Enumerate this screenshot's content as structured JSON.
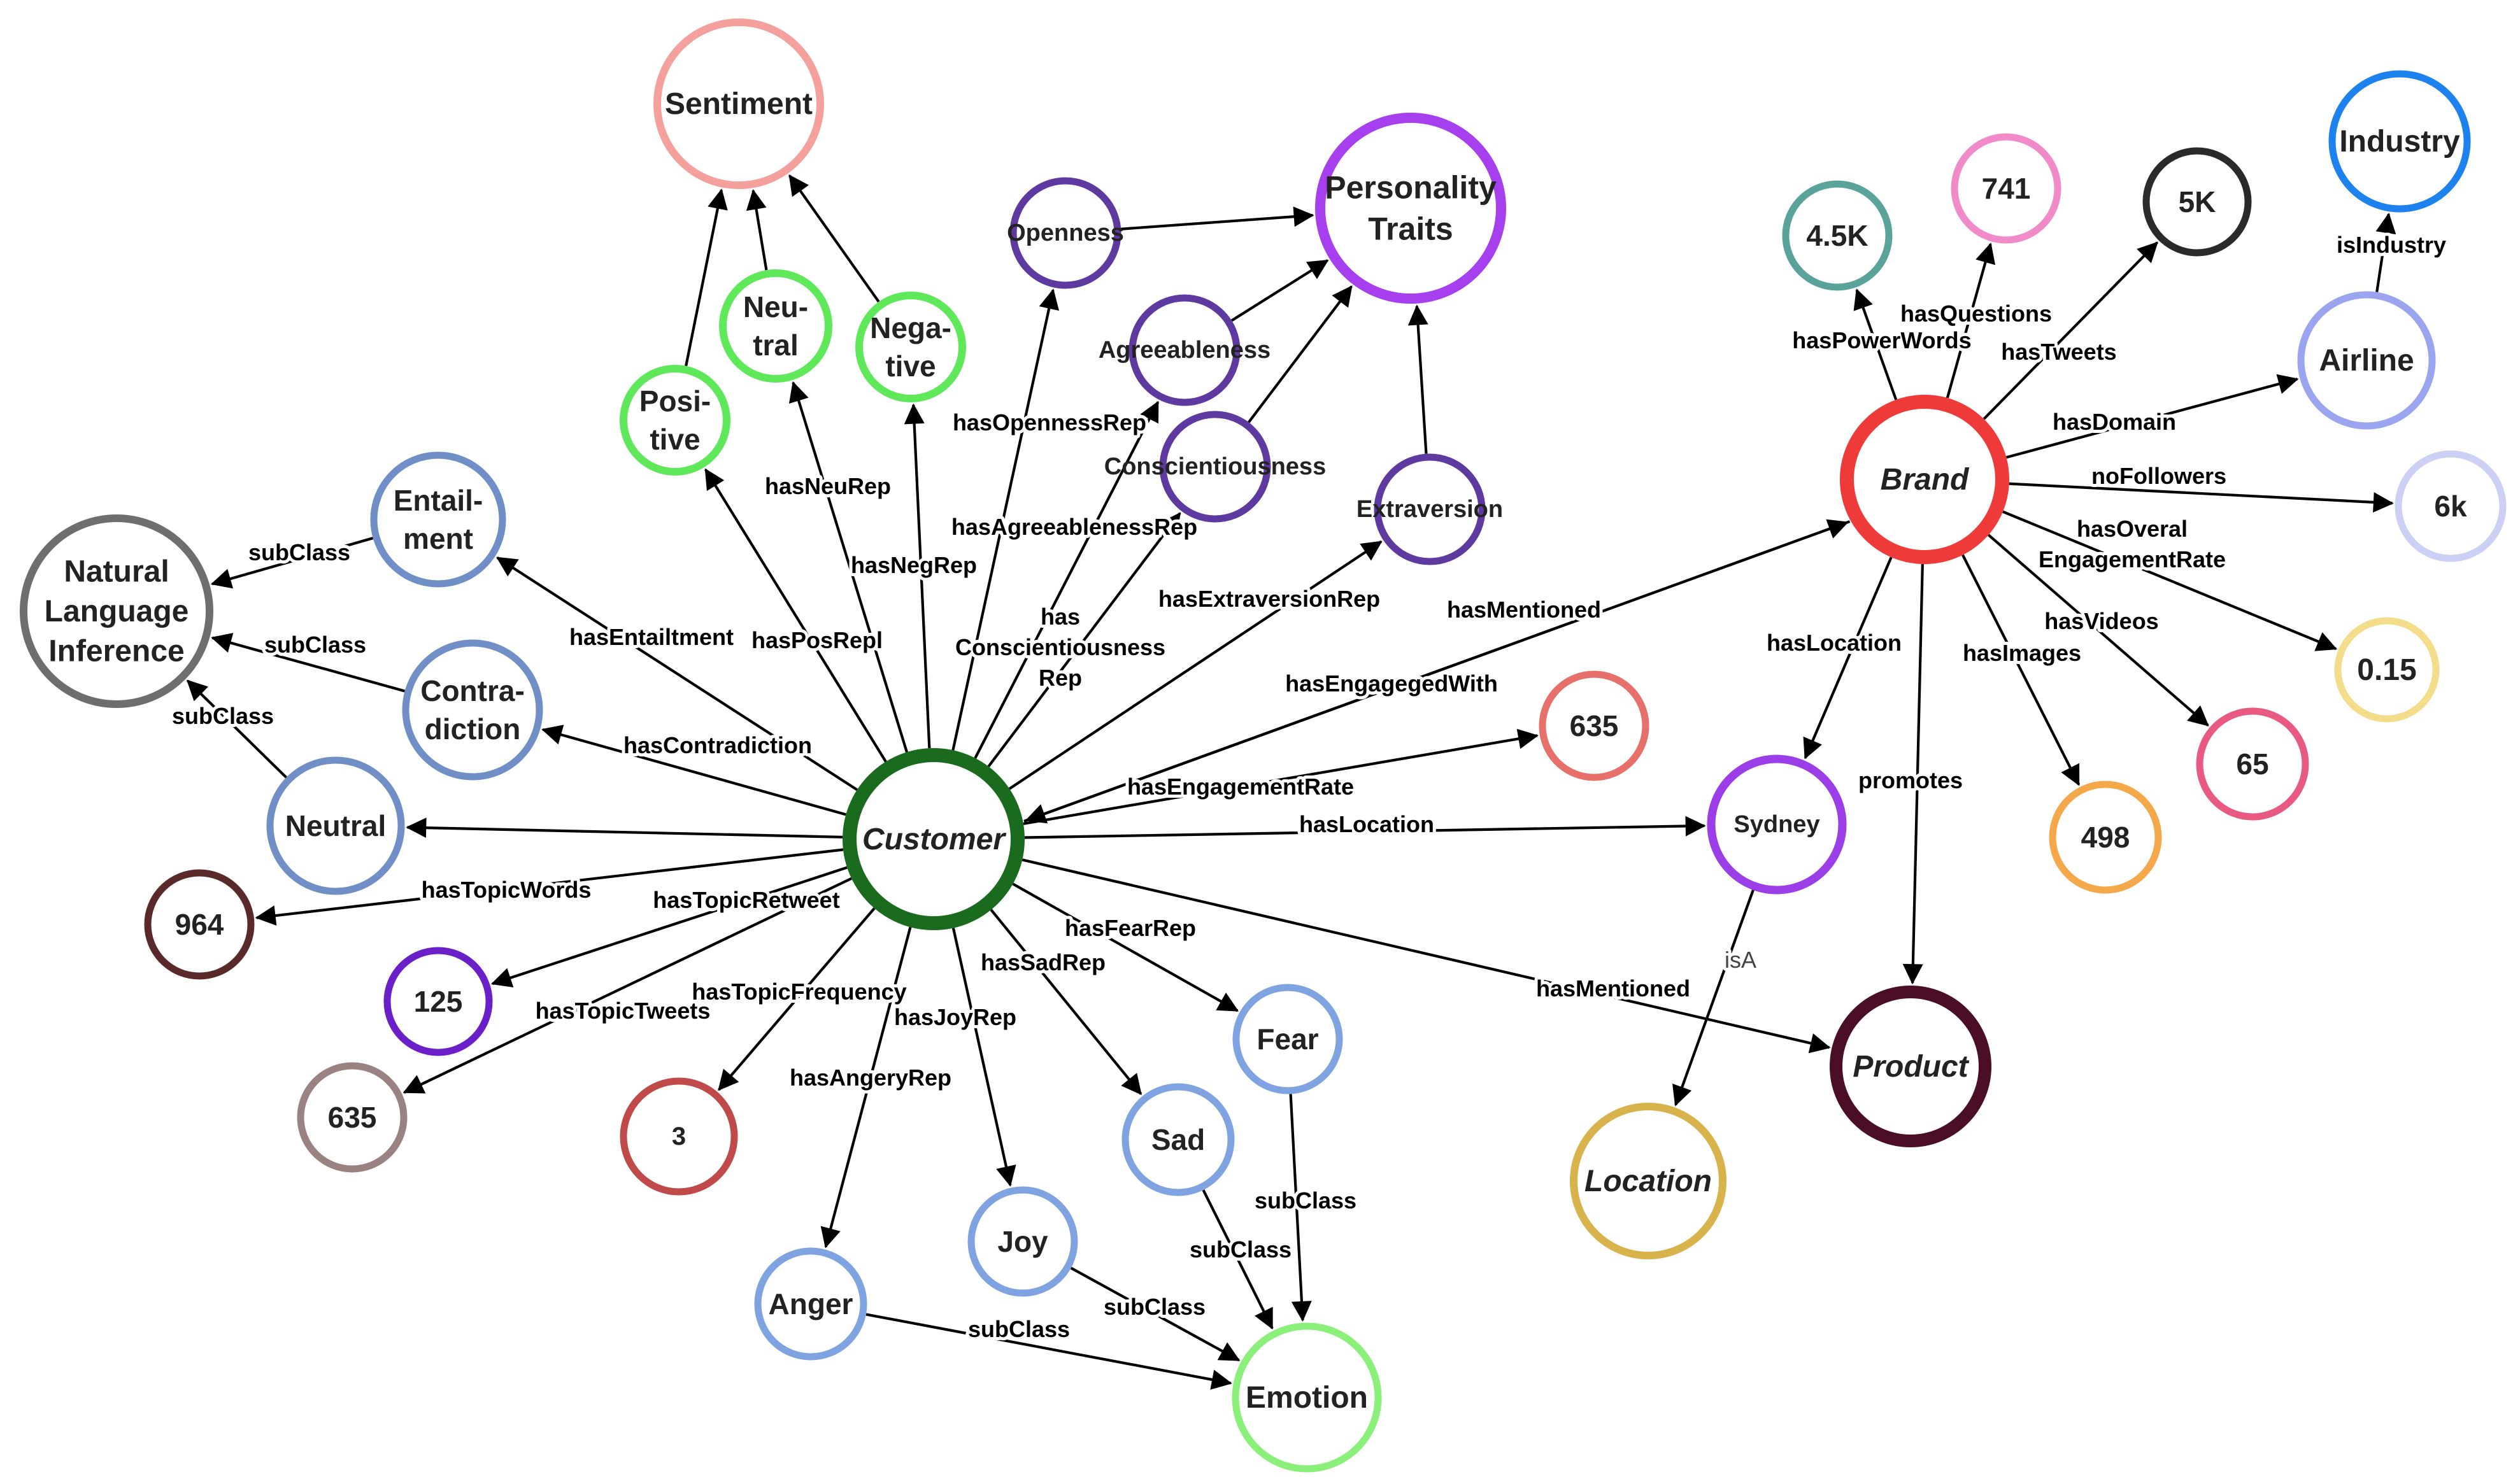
{
  "nodes": [
    {
      "id": "customer",
      "label": [
        "Customer"
      ],
      "color": "#1a6b1e",
      "italic": true
    },
    {
      "id": "brand",
      "label": [
        "Brand"
      ],
      "color": "#ef3a3a",
      "italic": true
    },
    {
      "id": "product",
      "label": [
        "Product"
      ],
      "color": "#4a0f26",
      "italic": true
    },
    {
      "id": "location",
      "label": [
        "Location"
      ],
      "color": "#d8b24a",
      "italic": true
    },
    {
      "id": "sydney",
      "label": [
        "Sydney"
      ],
      "color": "#9b3ee8"
    },
    {
      "id": "sentiment",
      "label": [
        "Sentiment"
      ],
      "color": "#f4a09c"
    },
    {
      "id": "positive",
      "label": [
        "Posi-",
        "tive"
      ],
      "color": "#5ee85a"
    },
    {
      "id": "neutral_s",
      "label": [
        "Neu-",
        "tral"
      ],
      "color": "#5ee85a"
    },
    {
      "id": "negative",
      "label": [
        "Nega-",
        "tive"
      ],
      "color": "#5ee85a"
    },
    {
      "id": "personality",
      "label": [
        "Personality",
        "Traits"
      ],
      "color": "#a640ef"
    },
    {
      "id": "openness",
      "label": [
        "Openness"
      ],
      "color": "#5e3aa0"
    },
    {
      "id": "agreeableness",
      "label": [
        "Agreeableness"
      ],
      "color": "#5e3aa0"
    },
    {
      "id": "conscientiousness",
      "label": [
        "Conscientiousness"
      ],
      "color": "#5e3aa0"
    },
    {
      "id": "extraversion",
      "label": [
        "Extraversion"
      ],
      "color": "#5e3aa0"
    },
    {
      "id": "nli",
      "label": [
        "Natural",
        "Language",
        "Inference"
      ],
      "color": "#6e6e6e"
    },
    {
      "id": "entailment",
      "label": [
        "Entail-",
        "ment"
      ],
      "color": "#6f8fc6"
    },
    {
      "id": "contradiction",
      "label": [
        "Contra-",
        "diction"
      ],
      "color": "#6f8fc6"
    },
    {
      "id": "neutral_n",
      "label": [
        "Neutral"
      ],
      "color": "#6f8fc6"
    },
    {
      "id": "n964",
      "label": [
        "964"
      ],
      "color": "#5a2a2a"
    },
    {
      "id": "n125",
      "label": [
        "125"
      ],
      "color": "#6a1fc8"
    },
    {
      "id": "n635a",
      "label": [
        "635"
      ],
      "color": "#9a8282"
    },
    {
      "id": "n3",
      "label": [
        "3"
      ],
      "color": "#c04a4a"
    },
    {
      "id": "anger",
      "label": [
        "Anger"
      ],
      "color": "#7fa3e0"
    },
    {
      "id": "joy",
      "label": [
        "Joy"
      ],
      "color": "#7fa3e0"
    },
    {
      "id": "sad",
      "label": [
        "Sad"
      ],
      "color": "#7fa3e0"
    },
    {
      "id": "fear",
      "label": [
        "Fear"
      ],
      "color": "#7fa3e0"
    },
    {
      "id": "emotion",
      "label": [
        "Emotion"
      ],
      "color": "#8af07a"
    },
    {
      "id": "n635b",
      "label": [
        "635"
      ],
      "color": "#e8706a"
    },
    {
      "id": "n4_5k",
      "label": [
        "4.5K"
      ],
      "color": "#5aa39a"
    },
    {
      "id": "n741",
      "label": [
        "741"
      ],
      "color": "#f08ac8"
    },
    {
      "id": "n5k",
      "label": [
        "5K"
      ],
      "color": "#2a2a2a"
    },
    {
      "id": "industry",
      "label": [
        "Industry"
      ],
      "color": "#1e82ee"
    },
    {
      "id": "airline",
      "label": [
        "Airline"
      ],
      "color": "#9aa4ef"
    },
    {
      "id": "n6k",
      "label": [
        "6k"
      ],
      "color": "#cdd0f5"
    },
    {
      "id": "n0_15",
      "label": [
        "0.15"
      ],
      "color": "#f3dd8a"
    },
    {
      "id": "n65",
      "label": [
        "65"
      ],
      "color": "#e85a82"
    },
    {
      "id": "n498",
      "label": [
        "498"
      ],
      "color": "#f5a84a"
    }
  ],
  "edges": [
    {
      "from": "customer",
      "to": "positive",
      "label": [
        "hasPosRepl"
      ]
    },
    {
      "from": "customer",
      "to": "neutral_s",
      "label": [
        "hasNeuRep"
      ]
    },
    {
      "from": "customer",
      "to": "negative",
      "label": [
        "hasNegRep"
      ]
    },
    {
      "from": "positive",
      "to": "sentiment",
      "label": []
    },
    {
      "from": "neutral_s",
      "to": "sentiment",
      "label": []
    },
    {
      "from": "negative",
      "to": "sentiment",
      "label": []
    },
    {
      "from": "customer",
      "to": "openness",
      "label": [
        "hasOpennessRep"
      ]
    },
    {
      "from": "customer",
      "to": "agreeableness",
      "label": [
        "hasAgreeablenessRep"
      ]
    },
    {
      "from": "customer",
      "to": "conscientiousness",
      "label": [
        "has",
        "Conscientiousness",
        "Rep"
      ]
    },
    {
      "from": "customer",
      "to": "extraversion",
      "label": [
        "hasExtraversionRep"
      ]
    },
    {
      "from": "openness",
      "to": "personality",
      "label": []
    },
    {
      "from": "agreeableness",
      "to": "personality",
      "label": []
    },
    {
      "from": "conscientiousness",
      "to": "personality",
      "label": []
    },
    {
      "from": "extraversion",
      "to": "personality",
      "label": []
    },
    {
      "from": "customer",
      "to": "entailment",
      "label": [
        "hasEntailtment"
      ]
    },
    {
      "from": "customer",
      "to": "contradiction",
      "label": [
        "hasContradiction"
      ]
    },
    {
      "from": "customer",
      "to": "neutral_n",
      "label": []
    },
    {
      "from": "entailment",
      "to": "nli",
      "label": [
        "subClass"
      ]
    },
    {
      "from": "contradiction",
      "to": "nli",
      "label": [
        "subClass"
      ]
    },
    {
      "from": "neutral_n",
      "to": "nli",
      "label": [
        "subClass"
      ]
    },
    {
      "from": "customer",
      "to": "n964",
      "label": [
        "hasTopicWords"
      ]
    },
    {
      "from": "customer",
      "to": "n125",
      "label": [
        "hasTopicRetweet"
      ]
    },
    {
      "from": "customer",
      "to": "n635a",
      "label": [
        "hasTopicTweets"
      ]
    },
    {
      "from": "customer",
      "to": "n3",
      "label": [
        "hasTopicFrequency"
      ]
    },
    {
      "from": "customer",
      "to": "anger",
      "label": [
        "hasAngeryRep"
      ]
    },
    {
      "from": "customer",
      "to": "joy",
      "label": [
        "hasJoyRep"
      ]
    },
    {
      "from": "customer",
      "to": "sad",
      "label": [
        "hasSadRep"
      ]
    },
    {
      "from": "customer",
      "to": "fear",
      "label": [
        "hasFearRep"
      ]
    },
    {
      "from": "anger",
      "to": "emotion",
      "label": [
        "subClass"
      ]
    },
    {
      "from": "joy",
      "to": "emotion",
      "label": [
        "subClass"
      ]
    },
    {
      "from": "sad",
      "to": "emotion",
      "label": [
        "subClass"
      ]
    },
    {
      "from": "fear",
      "to": "emotion",
      "label": [
        "subClass"
      ]
    },
    {
      "from": "customer",
      "to": "n635b",
      "label": [
        "hasEngagementRate"
      ]
    },
    {
      "from": "customer",
      "to": "sydney",
      "label": [
        "hasLocation"
      ]
    },
    {
      "from": "customer",
      "to": "product",
      "label": [
        "hasMentioned"
      ]
    },
    {
      "from": "customer",
      "to": "brand",
      "label": [
        "hasEngagegedWith"
      ]
    },
    {
      "from": "brand",
      "to": "customer",
      "label": [
        "hasMentioned"
      ]
    },
    {
      "from": "brand",
      "to": "n4_5k",
      "label": [
        "hasPowerWords"
      ]
    },
    {
      "from": "brand",
      "to": "n741",
      "label": [
        "hasQuestions"
      ]
    },
    {
      "from": "brand",
      "to": "n5k",
      "label": [
        "hasTweets"
      ]
    },
    {
      "from": "brand",
      "to": "airline",
      "label": [
        "hasDomain"
      ]
    },
    {
      "from": "airline",
      "to": "industry",
      "label": [
        "isIndustry"
      ]
    },
    {
      "from": "brand",
      "to": "n6k",
      "label": [
        "noFollowers"
      ]
    },
    {
      "from": "brand",
      "to": "n0_15",
      "label": [
        "hasOveral",
        "EngagementRate"
      ]
    },
    {
      "from": "brand",
      "to": "n65",
      "label": [
        "hasVideos"
      ]
    },
    {
      "from": "brand",
      "to": "n498",
      "label": [
        "hasImages"
      ]
    },
    {
      "from": "brand",
      "to": "sydney",
      "label": [
        "hasLocation"
      ]
    },
    {
      "from": "brand",
      "to": "product",
      "label": [
        "promotes"
      ]
    },
    {
      "from": "sydney",
      "to": "location",
      "label": [
        "isA"
      ]
    }
  ]
}
